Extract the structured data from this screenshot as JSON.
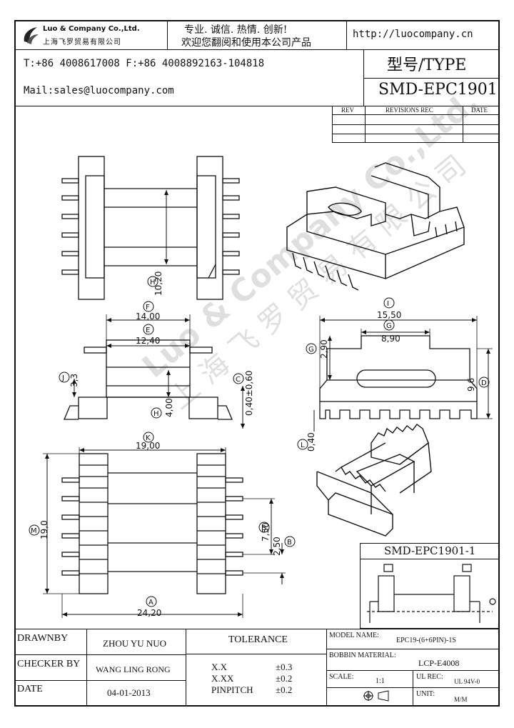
{
  "header": {
    "company_name": "Luo & Company Co.,Ltd.",
    "company_name_cn": "上海飞罗贸易有限公司",
    "slogan_line1": "专业. 诚信.  热情.  创新!",
    "slogan_line2": "欢迎您翻阅和使用本公司产品",
    "website": "http://luocompany.cn",
    "phone_fax": "T:+86 4008617008 F:+86 4008892163-104818",
    "mail": "Mail:sales@luocompany.com",
    "type_label": "型号/TYPE",
    "type_value": "SMD-EPC1901"
  },
  "revisions": {
    "col_rev": "REV",
    "col_rec": "REVISIONS REC",
    "col_date": "DATE"
  },
  "watermark": {
    "text_en": "Luo & Company Co.,Ltd.",
    "text_cn": "上海飞罗贸易有限公司"
  },
  "dimensions": {
    "H_side": "10,20",
    "F": "14,00",
    "E": "12,40",
    "J": "3,3",
    "H_front": "4,00",
    "C": "0,40±0,60",
    "I": "15,50",
    "G_width": "8,90",
    "G_height": "2,90",
    "D": "9,6",
    "L": "0,40",
    "K": "19,00",
    "M": "19,0",
    "B_pitch": "7,50",
    "B_gap": "2,50",
    "A": "24,20"
  },
  "dim_letters": {
    "A": "A",
    "B": "B",
    "C": "C",
    "D": "D",
    "E": "E",
    "F": "F",
    "G": "G",
    "H": "H",
    "I": "I",
    "J": "J",
    "K": "K",
    "L": "L",
    "M": "M"
  },
  "pcb_view": {
    "title": "SMD-EPC1901-1"
  },
  "title_block": {
    "drawn_by_label": "DRAWNBY",
    "drawn_by_value": "ZHOU YU NUO",
    "checker_label": "CHECKER BY",
    "checker_value": "WANG LING RONG",
    "date_label": "DATE",
    "date_value": "04-01-2013",
    "tolerance_label": "TOLERANCE",
    "tol_rows": [
      {
        "label": "X.X",
        "value": "±0.3"
      },
      {
        "label": "X.XX",
        "value": "±0.2"
      },
      {
        "label": "PINPITCH",
        "value": "±0.2"
      }
    ],
    "model_label": "MODEL NAME:",
    "model_value": "EPC19-(6+6PIN)-1S",
    "bobbin_label": "BOBBIN MATERIAL:",
    "bobbin_value": "LCP-E4008",
    "scale_label": "SCALE:",
    "scale_value": "1:1",
    "ul_label": "UL REC:",
    "ul_value": "UL 94V-0",
    "unit_label": "UNIT:",
    "unit_value": "M/M"
  }
}
